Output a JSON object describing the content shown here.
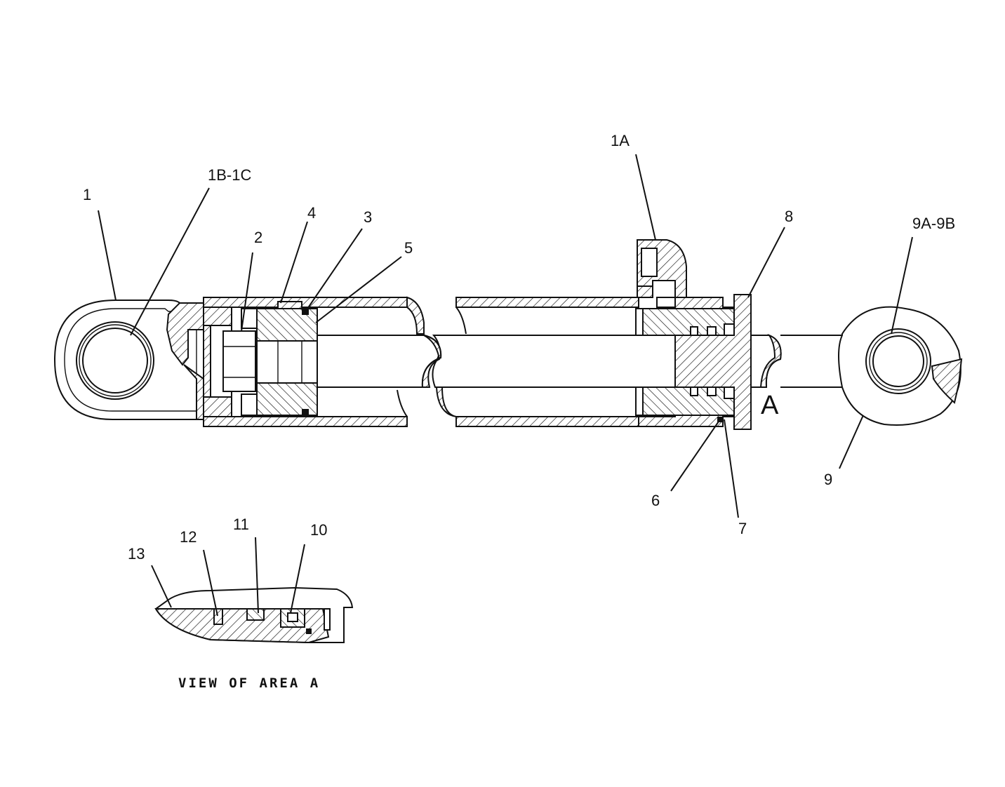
{
  "diagram": {
    "callouts": [
      {
        "id": "c1",
        "label": "1"
      },
      {
        "id": "c1b1c",
        "label": "1B-1C"
      },
      {
        "id": "c2",
        "label": "2"
      },
      {
        "id": "c4",
        "label": "4"
      },
      {
        "id": "c3",
        "label": "3"
      },
      {
        "id": "c5",
        "label": "5"
      },
      {
        "id": "c1a",
        "label": "1A"
      },
      {
        "id": "c8",
        "label": "8"
      },
      {
        "id": "c9a9b",
        "label": "9A-9B"
      },
      {
        "id": "c6",
        "label": "6"
      },
      {
        "id": "c7",
        "label": "7"
      },
      {
        "id": "c9",
        "label": "9"
      },
      {
        "id": "c13",
        "label": "13"
      },
      {
        "id": "c12",
        "label": "12"
      },
      {
        "id": "c11",
        "label": "11"
      },
      {
        "id": "c10",
        "label": "10"
      }
    ],
    "detail_marker": "A",
    "view_caption": "VIEW OF AREA A"
  }
}
